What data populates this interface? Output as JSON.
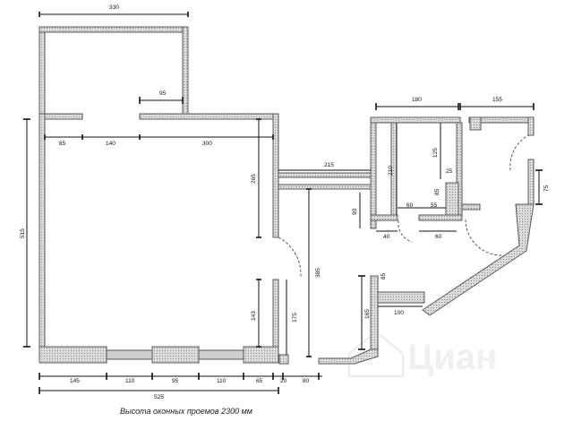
{
  "plan": {
    "caption": "Высота оконных проемов 2300 мм",
    "watermark": "Циан",
    "dimensions": {
      "top_330": "330",
      "r95": "95",
      "r85": "85",
      "r140": "140",
      "r300": "300",
      "left_515": "515",
      "r265": "265",
      "r215": "215",
      "r385": "385",
      "r143": "143",
      "r175": "175",
      "b145": "145",
      "b110a": "110",
      "b95": "95",
      "b110b": "110",
      "b65": "65",
      "b20": "20",
      "b80": "80",
      "total_525": "525",
      "k180": "180",
      "k155": "155",
      "k210": "210",
      "k125": "125",
      "k25": "25",
      "k85": "85",
      "k75": "75",
      "k90": "90",
      "k60a": "60",
      "k55": "55",
      "k40": "40",
      "k60b": "60",
      "c85": "85",
      "c100": "100",
      "c165": "165"
    }
  }
}
